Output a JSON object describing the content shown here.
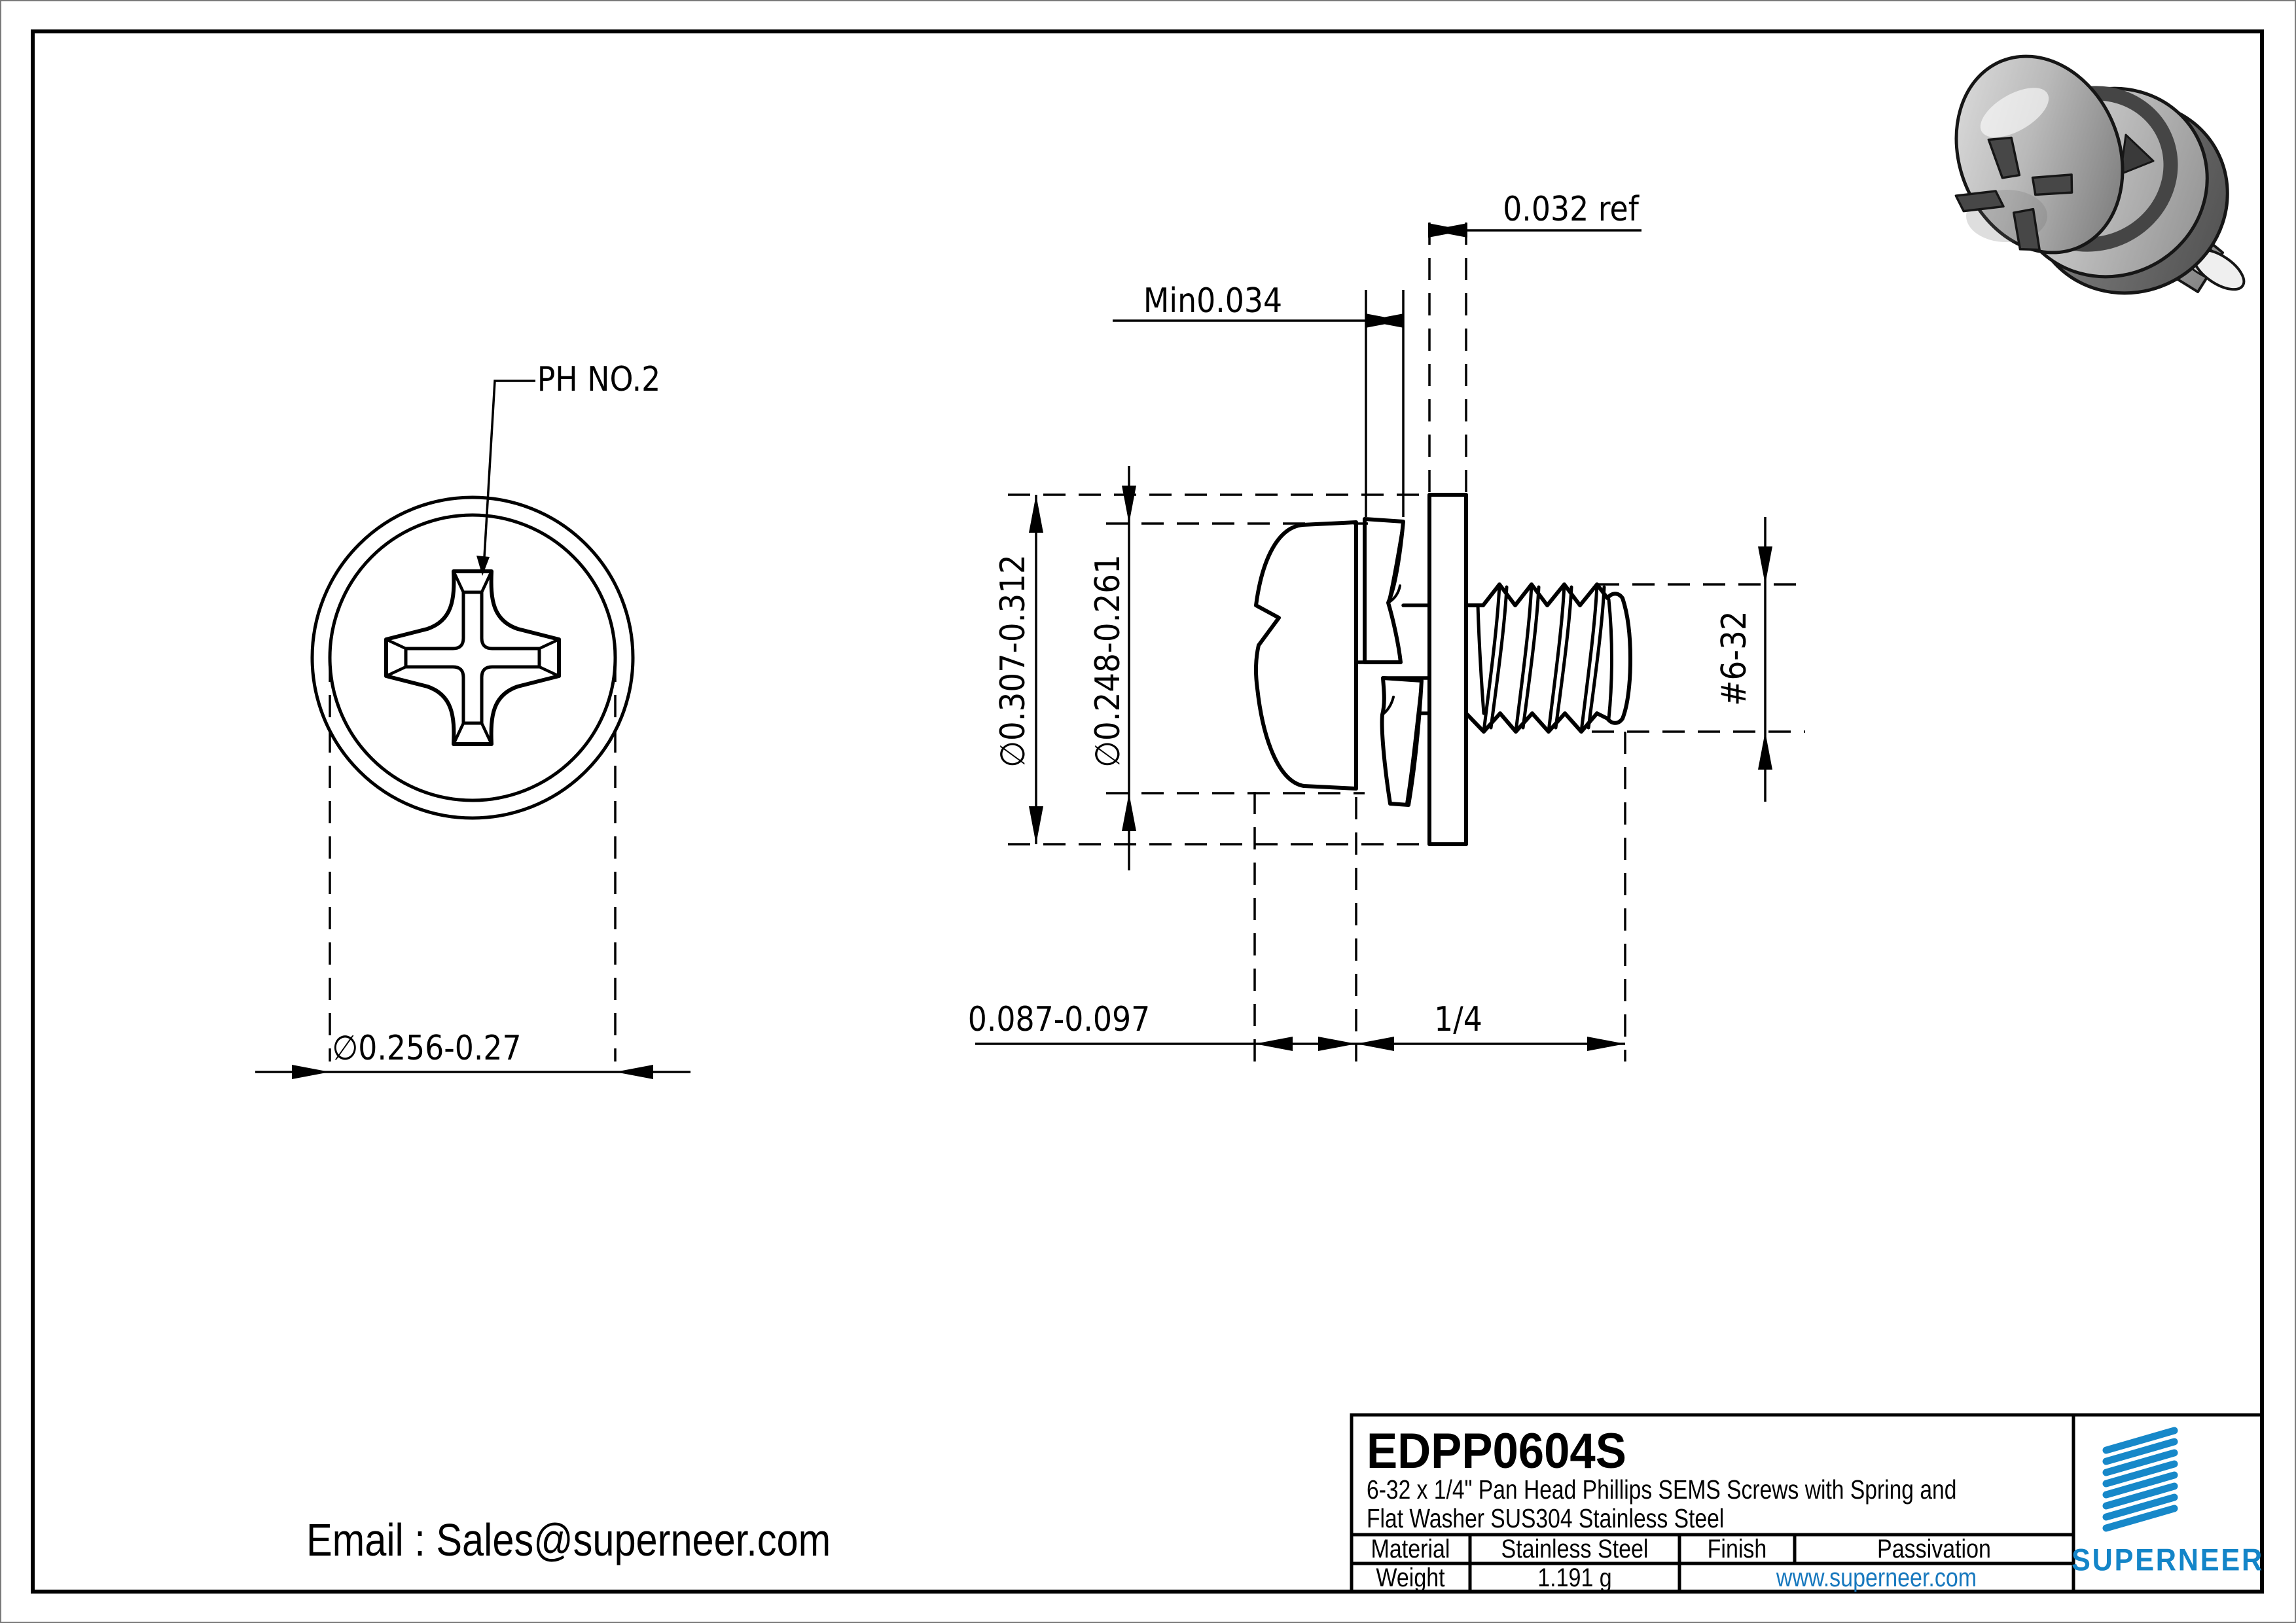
{
  "labels": {
    "ph_recess": "PH NO.2",
    "head_dia_front": "∅0.256-0.27",
    "washer_od": "∅0.307-0.312",
    "spring_od": "∅0.248-0.261",
    "flat_washer_thickness": "0.032 ref",
    "spring_washer_thickness": "Min0.034",
    "thread_size": "#6-32",
    "head_height": "0.087-0.097",
    "thread_length": "1/4"
  },
  "title_block": {
    "part_number": "EDPP0604S",
    "description_line1": "6-32 x 1/4\" Pan Head Phillips SEMS Screws with Spring and",
    "description_line2": "Flat Washer SUS304 Stainless Steel",
    "material_label": "Material",
    "material_value": "Stainless Steel",
    "finish_label": "Finish",
    "finish_value": "Passivation",
    "weight_label": "Weight",
    "weight_value": "1.191 g",
    "website": "www.superneer.com",
    "brand": "SUPERNEER"
  },
  "footer": {
    "email": "Email : Sales@superneer.com"
  },
  "colors": {
    "accent_blue": "#1485c8",
    "link_blue": "#1778be",
    "line_black": "#000000"
  }
}
